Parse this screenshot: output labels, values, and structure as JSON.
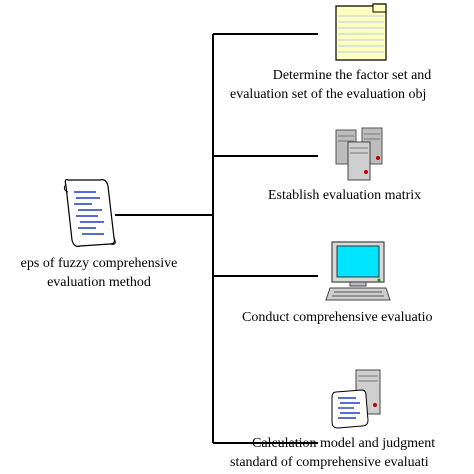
{
  "root": {
    "lines": [
      "eps of fuzzy comprehensive",
      "evaluation method"
    ],
    "icon": "scroll-document-icon"
  },
  "steps": [
    {
      "lines": [
        "Determine the factor set and",
        "evaluation set of the evaluation obj"
      ],
      "icon": "folder-notepad-icon"
    },
    {
      "lines": [
        "Establish evaluation matrix"
      ],
      "icon": "server-cluster-icon"
    },
    {
      "lines": [
        "Conduct comprehensive evaluatio"
      ],
      "icon": "computer-monitor-icon"
    },
    {
      "lines": [
        "Calculation model and judgment",
        "standard of comprehensive evaluati"
      ],
      "icon": "document-server-icon"
    }
  ],
  "colors": {
    "line": "#000000",
    "folder_fill": "#ffffc0",
    "monitor_screen": "#00e5ff",
    "server_gray": "#bdbdbd",
    "scroll_text": "#1e3dbf"
  }
}
